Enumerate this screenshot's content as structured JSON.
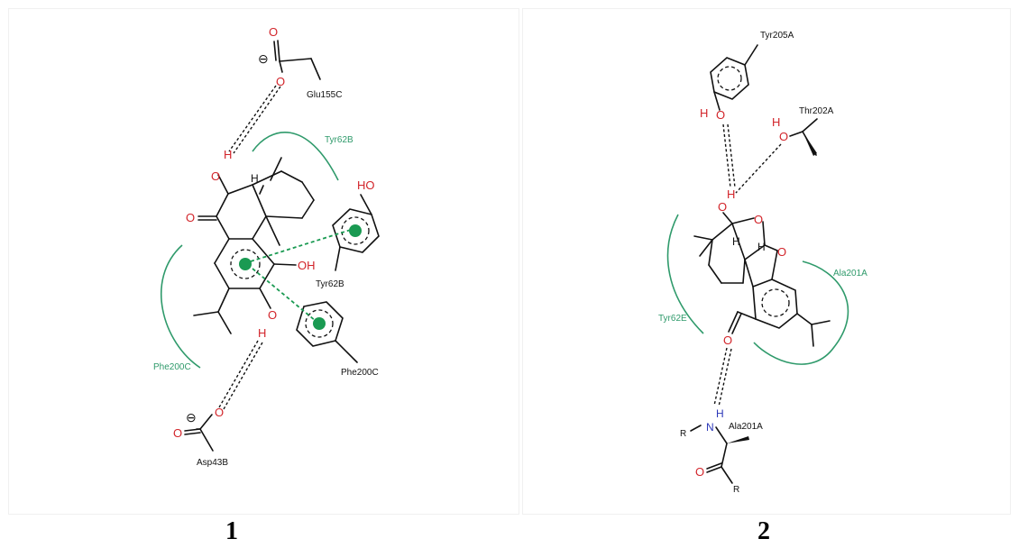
{
  "panels": [
    {
      "caption": "1",
      "residues": {
        "glu155c": "Glu155C",
        "tyr62b_pocket": "Tyr62B",
        "tyr62b": "Tyr62B",
        "phe200c": "Phe200C",
        "phe200c_pocket": "Phe200C",
        "asp43b": "Asp43B"
      },
      "atoms": {
        "o_top1": "O",
        "o_top2": "O",
        "o_hydroxyl": "O",
        "h_hydroxyl": "H",
        "o_keto": "O",
        "h_ring": "H",
        "oh_right": "OH",
        "ho_tyr": "HO",
        "o_lower": "O",
        "h_lower": "H",
        "o_asp1": "O",
        "o_asp2": "O",
        "charge_top": "⊖",
        "charge_bottom": "⊖"
      }
    },
    {
      "caption": "2",
      "residues": {
        "tyr205a": "Tyr205A",
        "thr202a": "Thr202A",
        "tyr62e_pocket": "Tyr62E",
        "ala201a_pocket": "Ala201A",
        "ala201a": "Ala201A"
      },
      "atoms": {
        "h_tyr": "H",
        "o_tyr": "O",
        "h_thr": "H",
        "o_thr": "O",
        "h_lig": "H",
        "o_lig": "O",
        "o_ring1": "O",
        "o_ring2": "O",
        "h_ring1": "H",
        "h_ring2": "H",
        "o_ald": "O",
        "h_nh": "H",
        "n_nh": "N",
        "r_left": "R",
        "r_right": "R",
        "o_amide": "O"
      }
    }
  ],
  "colors": {
    "oxygen": "#d2242a",
    "nitrogen": "#2b37b8",
    "pocket": "#2f9a6b",
    "pi_interaction": "#1a9a52"
  }
}
